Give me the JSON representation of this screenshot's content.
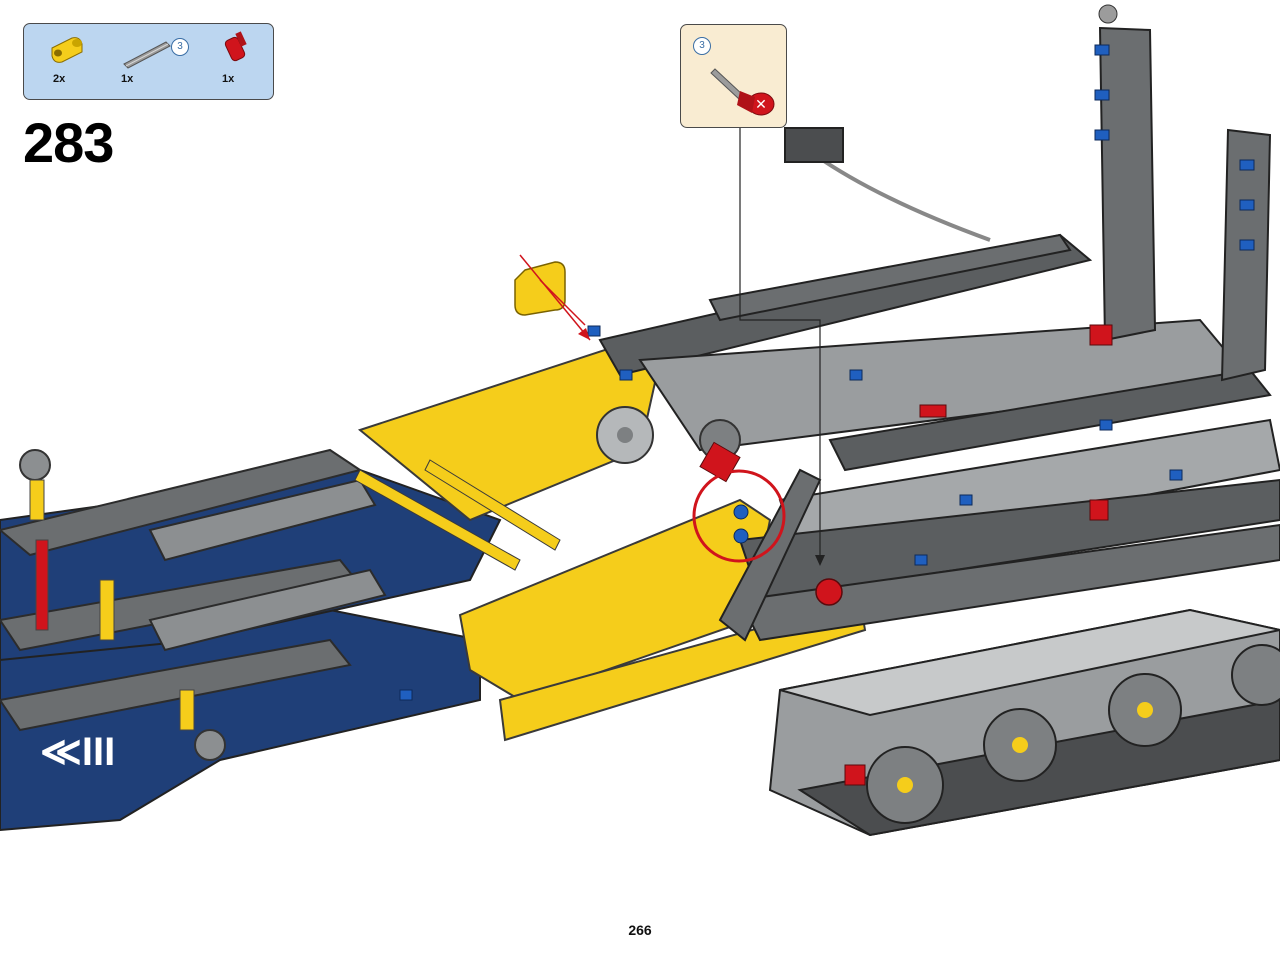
{
  "step": {
    "number": "283"
  },
  "parts_list": {
    "items": [
      {
        "icon": "yellow-axle-pin-connector-icon",
        "quantity": "2x"
      },
      {
        "icon": "gray-axle-icon",
        "quantity": "1x",
        "length": "3"
      },
      {
        "icon": "red-axle-pin-icon",
        "quantity": "1x"
      }
    ]
  },
  "callout": {
    "length": "3",
    "icon": "axle-with-red-pin-icon"
  },
  "page": {
    "number": "266"
  },
  "colors": {
    "parts_box_bg": "#bcd6f0",
    "callout_bg": "#f9ecd2",
    "highlight_red": "#d0141c",
    "lego_yellow": "#f5cd1b",
    "lego_dark_gray": "#5b5e60",
    "lego_blue": "#1f3f78"
  }
}
